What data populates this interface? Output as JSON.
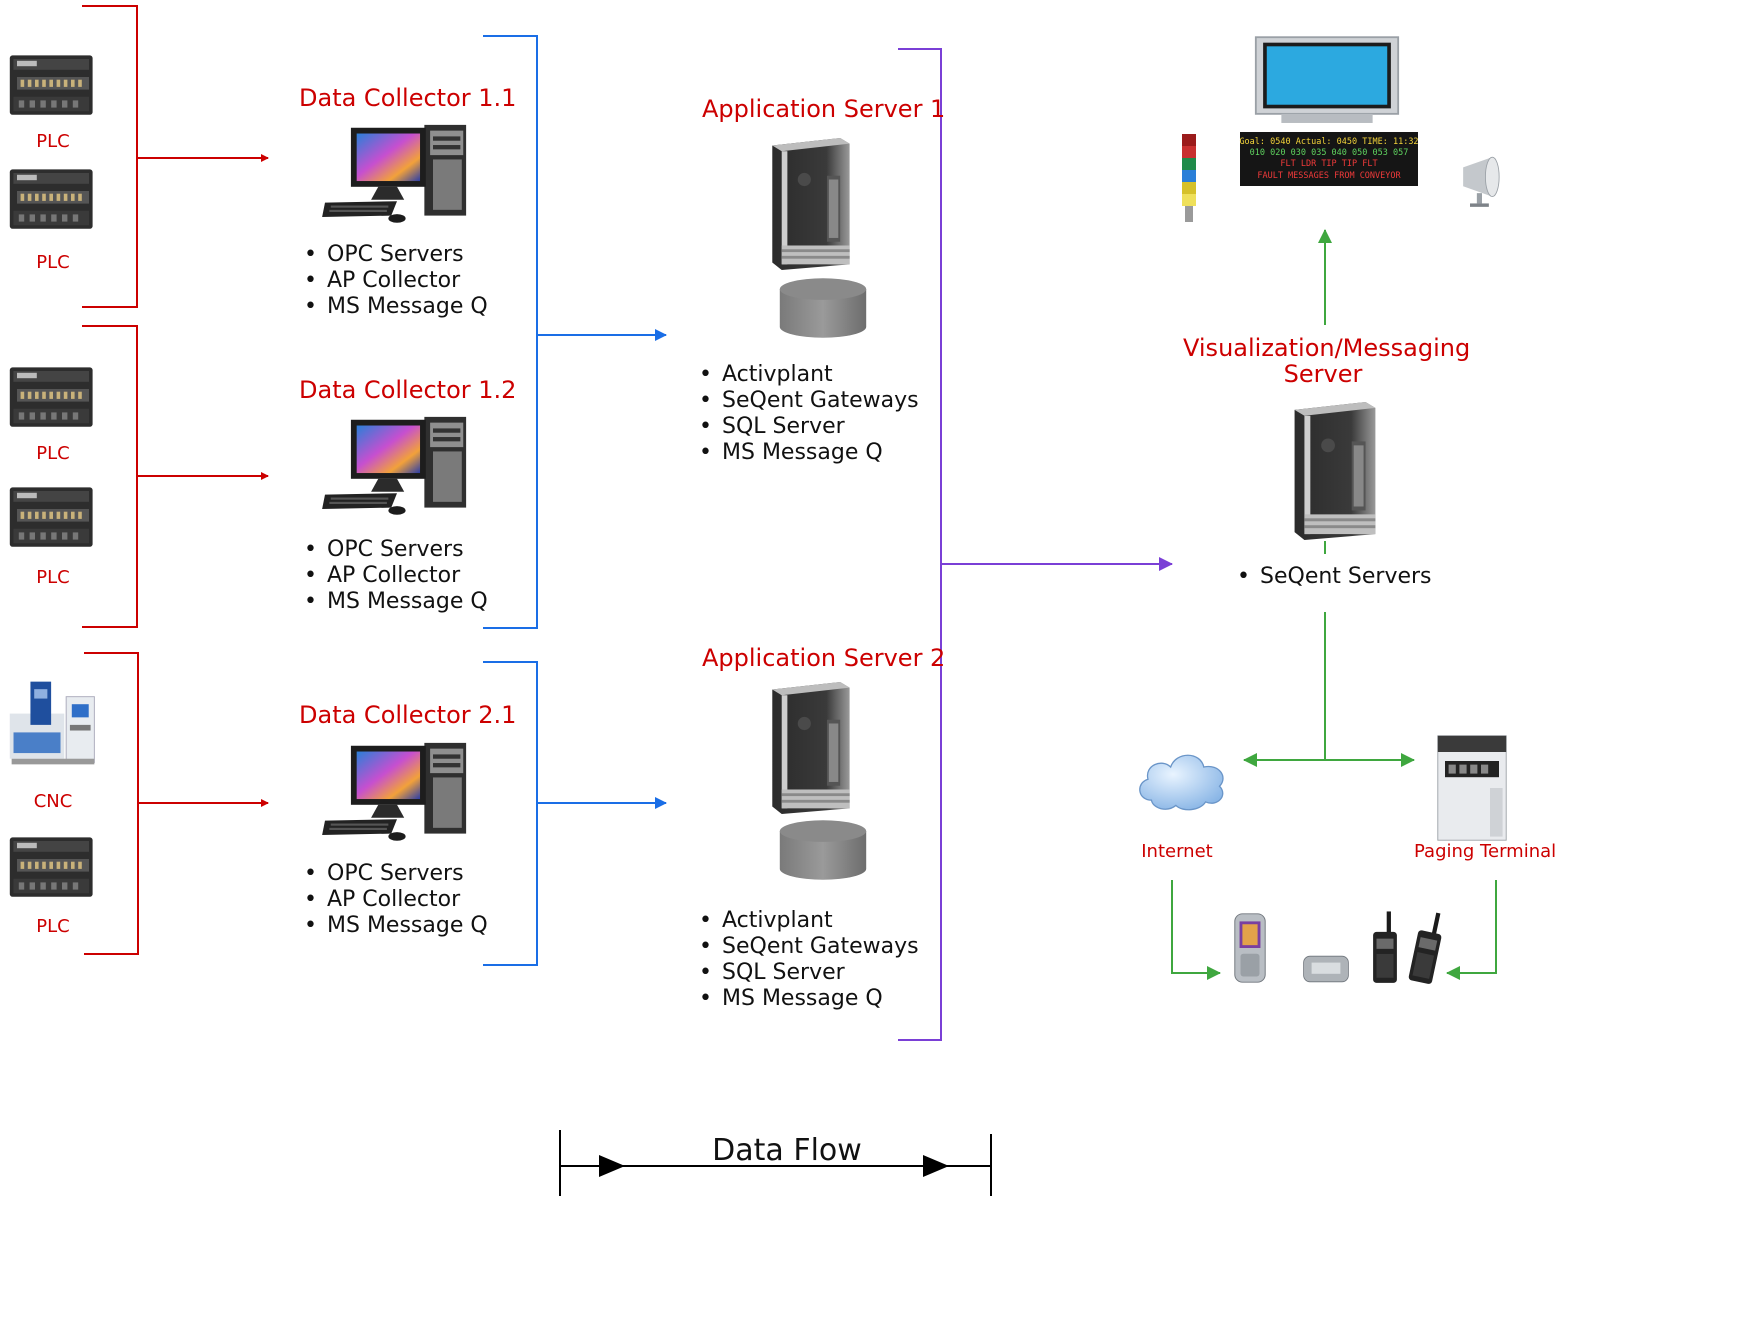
{
  "colors": {
    "field_link": "#cc0000",
    "collector_link": "#1a6ee6",
    "server_link": "#7a3fd6",
    "delivery_link": "#3fa73f"
  },
  "devices": {
    "group1": [
      "PLC",
      "PLC"
    ],
    "group2": [
      "PLC",
      "PLC"
    ],
    "group3": [
      "CNC",
      "PLC"
    ]
  },
  "collectors": [
    {
      "title": "Data Collector 1.1",
      "items": [
        "OPC Servers",
        "AP Collector",
        "MS Message Q"
      ]
    },
    {
      "title": "Data Collector 1.2",
      "items": [
        "OPC Servers",
        "AP Collector",
        "MS Message Q"
      ]
    },
    {
      "title": "Data Collector 2.1",
      "items": [
        "OPC Servers",
        "AP Collector",
        "MS Message Q"
      ]
    }
  ],
  "app_servers": [
    {
      "title": "Application Server 1",
      "items": [
        "Activplant",
        "SeQent Gateways",
        "SQL Server",
        "MS Message Q"
      ]
    },
    {
      "title": "Application Server 2",
      "items": [
        "Activplant",
        "SeQent Gateways",
        "SQL Server",
        "MS Message Q"
      ]
    }
  ],
  "viz_server": {
    "title_line1": "Visualization/Messaging",
    "title_line2": "Server",
    "items": [
      "SeQent Servers"
    ]
  },
  "andon_board": {
    "row1": "Goal: 0540   Actual: 0450   TIME: 11:32",
    "row2": "010  020  030  035  040  050  053  057",
    "row3": "FLT                LDR  TIP  TIP  FLT",
    "row4": "FAULT MESSAGES FROM CONVEYOR"
  },
  "endpoints": {
    "internet": "Internet",
    "paging_terminal": "Paging Terminal"
  },
  "legend": {
    "label": "Data Flow"
  }
}
